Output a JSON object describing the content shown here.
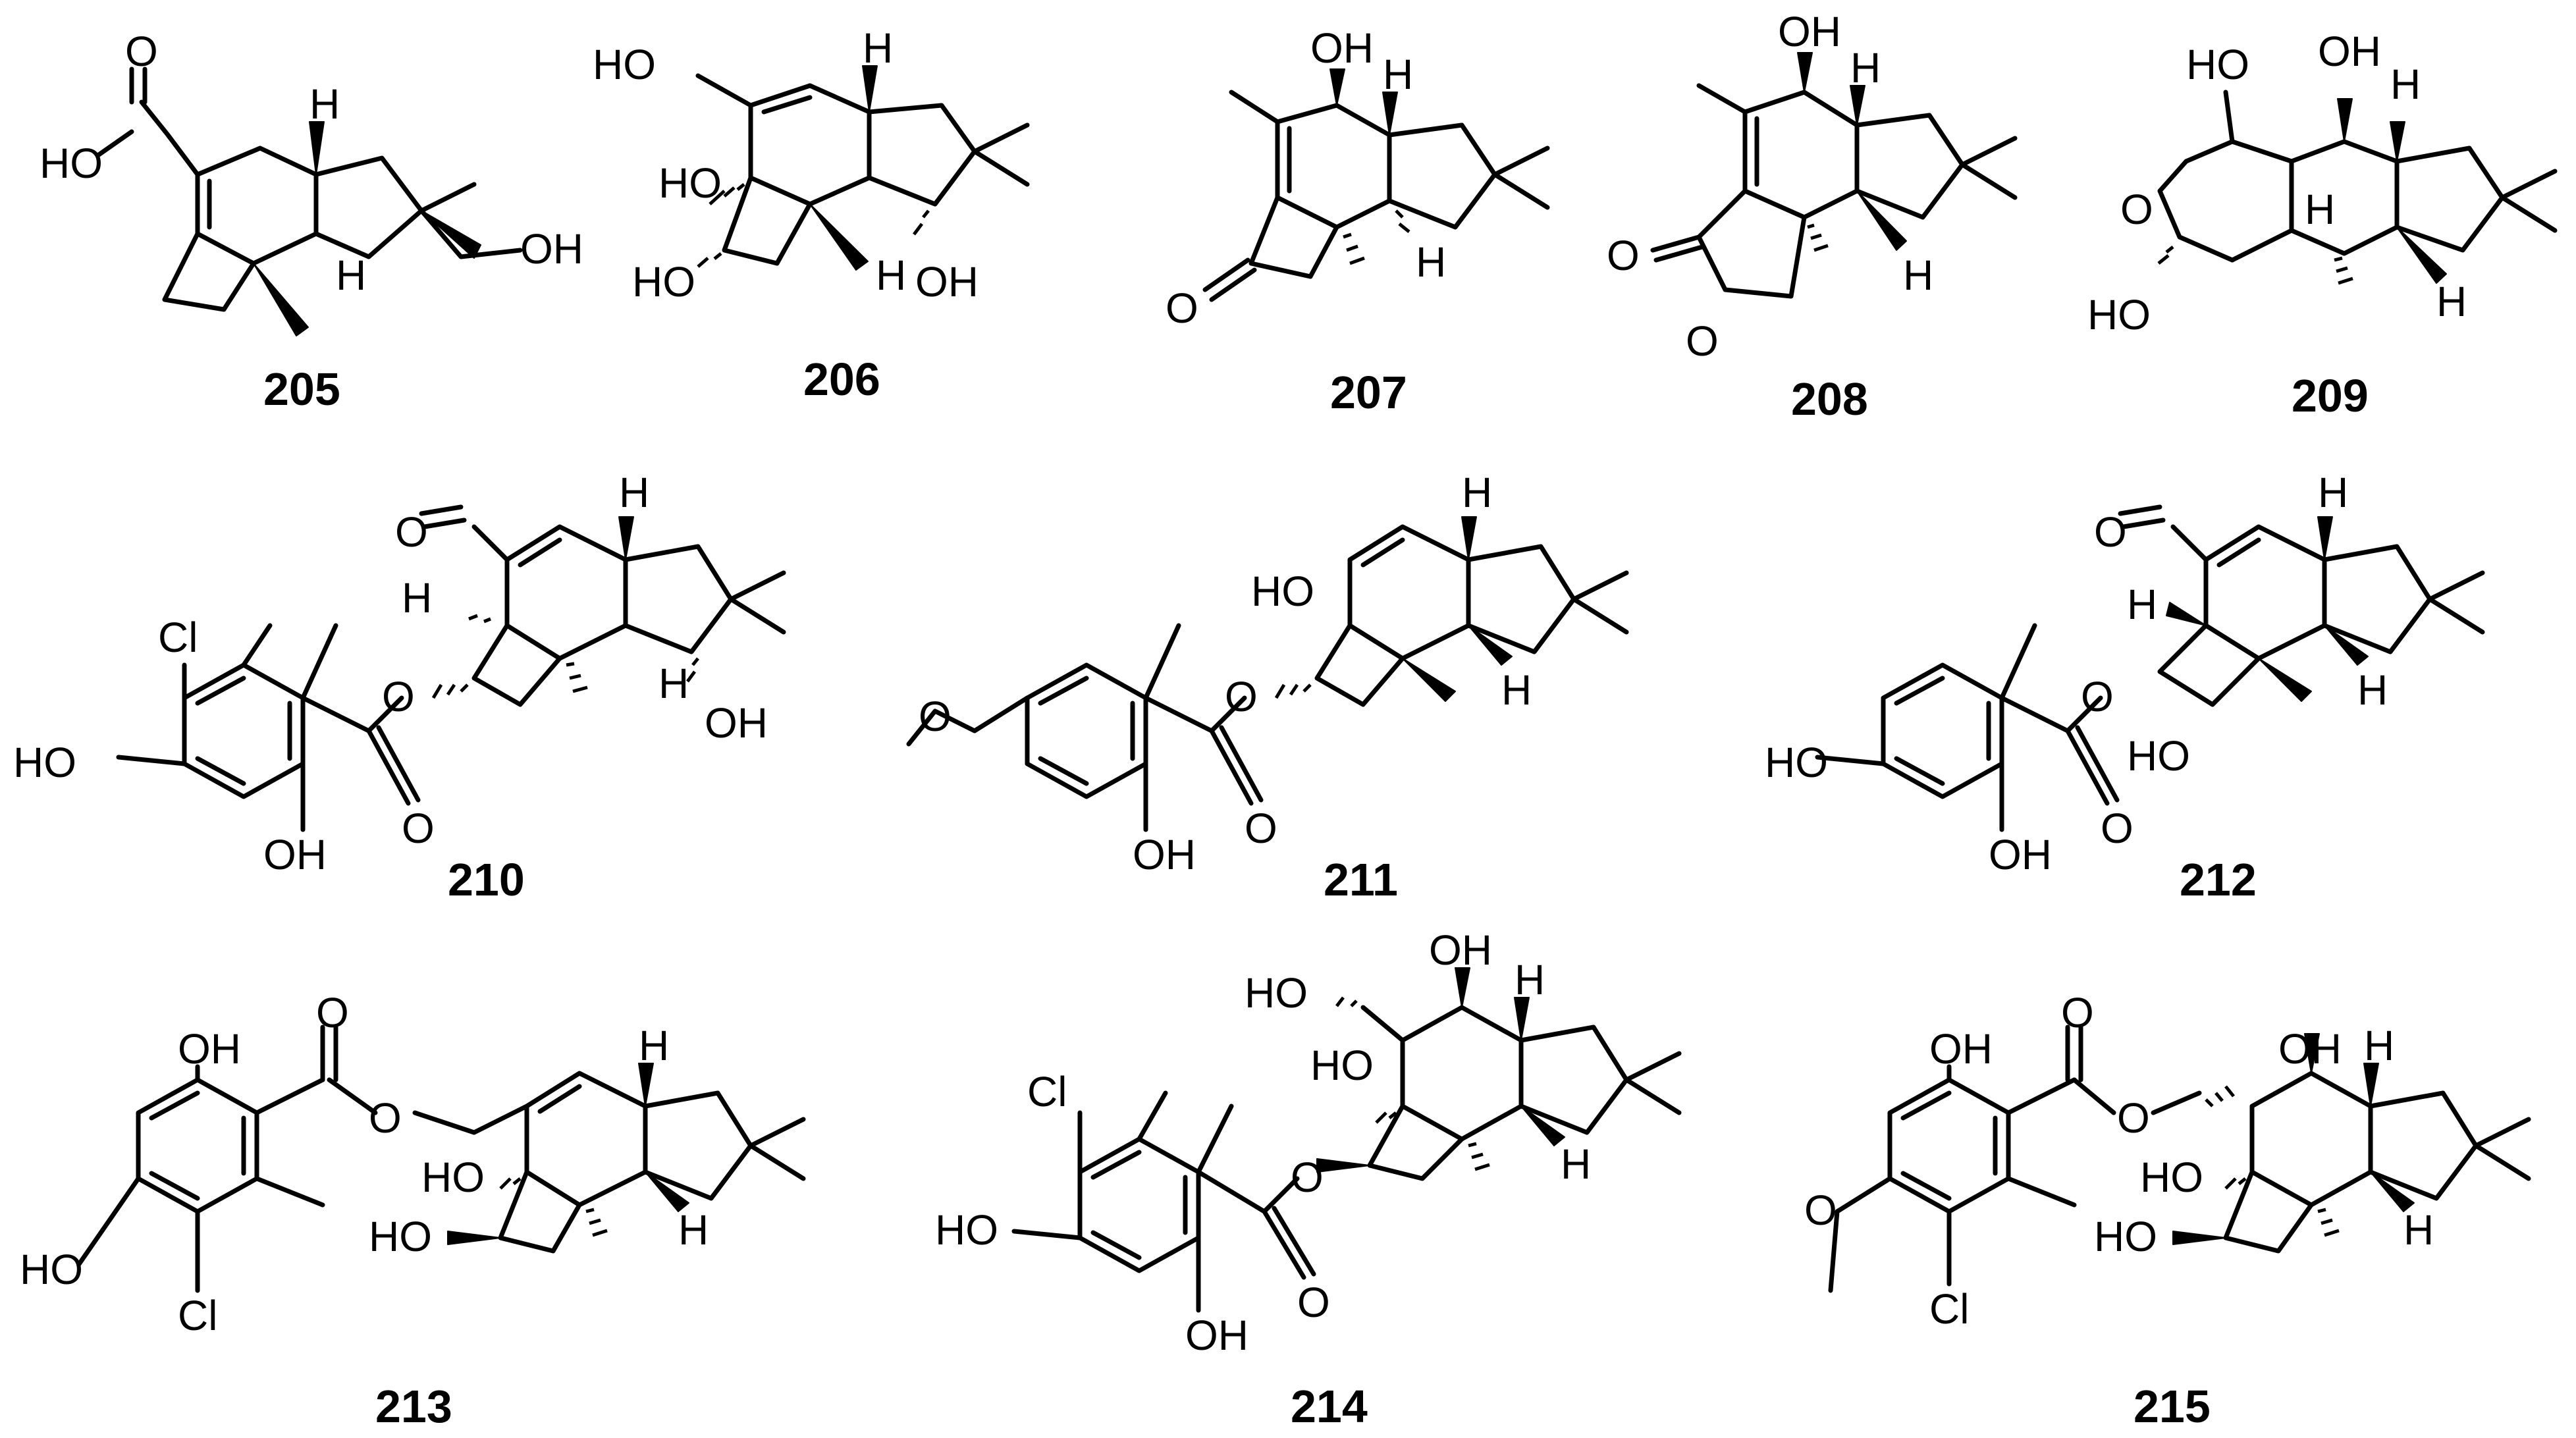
{
  "compounds": [
    {
      "id": "c205",
      "label": "205"
    },
    {
      "id": "c206",
      "label": "206"
    },
    {
      "id": "c207",
      "label": "207"
    },
    {
      "id": "c208",
      "label": "208"
    },
    {
      "id": "c209",
      "label": "209"
    },
    {
      "id": "c210",
      "label": "210"
    },
    {
      "id": "c211",
      "label": "211"
    },
    {
      "id": "c212",
      "label": "212"
    },
    {
      "id": "c213",
      "label": "213"
    },
    {
      "id": "c214",
      "label": "214"
    },
    {
      "id": "c215",
      "label": "215"
    }
  ],
  "atoms": {
    "oh": "OH",
    "ho": "HO",
    "h": "H",
    "o": "O",
    "cl": "Cl"
  }
}
